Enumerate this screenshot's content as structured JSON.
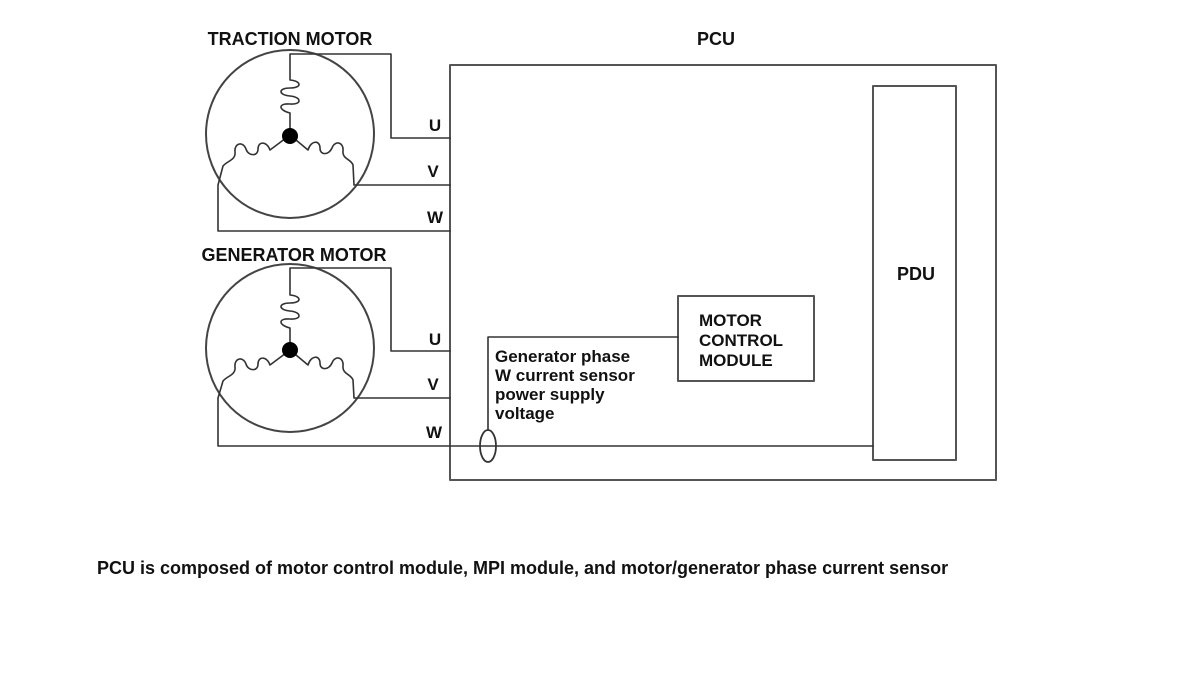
{
  "labels": {
    "traction_motor": "TRACTION MOTOR",
    "generator_motor": "GENERATOR MOTOR",
    "pcu": "PCU",
    "pdu": "PDU",
    "motor_control_module": [
      "MOTOR",
      "CONTROL",
      "MODULE"
    ],
    "sensor_text": [
      "Generator phase",
      "W current sensor",
      "power supply",
      "voltage"
    ],
    "traction_phases": [
      "U",
      "V",
      "W"
    ],
    "generator_phases": [
      "U",
      "V",
      "W"
    ],
    "caption": "PCU is composed of motor control module, MPI module, and motor/generator phase current sensor"
  }
}
